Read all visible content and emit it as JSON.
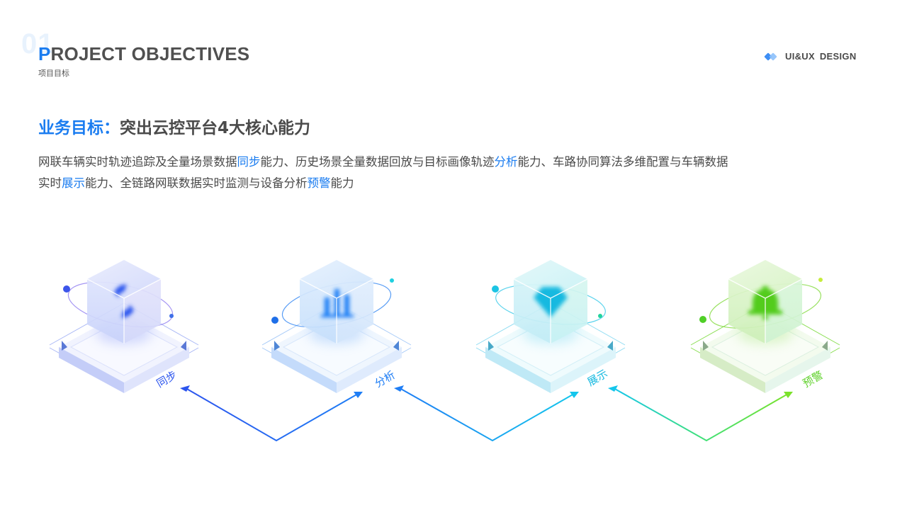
{
  "header": {
    "number": "01",
    "title_first_letter": "P",
    "title_rest": "ROJECT OBJECTIVES",
    "subtitle": "项目目标",
    "brand_icon": "double-diamond-logo-icon",
    "brand_text": "UI&UX  DESIGN"
  },
  "headline": {
    "accent": "业务目标：",
    "rest": "突出云控平台4大核心能力"
  },
  "description": {
    "segments": [
      {
        "text": "网联车辆实时轨迹追踪及全量场景数据",
        "highlight": false
      },
      {
        "text": "同步",
        "highlight": true
      },
      {
        "text": "能力、历史场景全量数据回放与目标画像轨迹",
        "highlight": false
      },
      {
        "text": "分析",
        "highlight": true
      },
      {
        "text": "能力、车路协同算法多维配置与车辆数据",
        "highlight": false
      },
      {
        "text": "实时",
        "highlight": false
      },
      {
        "text": "展示",
        "highlight": true
      },
      {
        "text": "能力、全链路网联数据实时监测与设备分析",
        "highlight": false
      },
      {
        "text": "预警",
        "highlight": true
      },
      {
        "text": "能力",
        "highlight": false
      }
    ]
  },
  "colors": {
    "accent": "#1a7cf0",
    "text": "#4a4a4a",
    "node_sync": "#3a5cf0",
    "node_analyze": "#1f7ef5",
    "node_display": "#14c2e6",
    "node_alert": "#6fdc2c"
  },
  "nodes": [
    {
      "label": "同步",
      "icon": "sync-arrows-icon",
      "color": "#2c55ee",
      "light": "#c9d3fb"
    },
    {
      "label": "分析",
      "icon": "bar-chart-icon",
      "color": "#1f7ef5",
      "light": "#c6dffc"
    },
    {
      "label": "展示",
      "icon": "diamond-gem-icon",
      "color": "#14b9e0",
      "light": "#c3eef8"
    },
    {
      "label": "预警",
      "icon": "bell-icon",
      "color": "#5fd12a",
      "light": "#d6f3c4"
    }
  ],
  "connectors": [
    {
      "from": "同步",
      "to": "分析"
    },
    {
      "from": "分析",
      "to": "展示"
    },
    {
      "from": "展示",
      "to": "预警"
    }
  ]
}
